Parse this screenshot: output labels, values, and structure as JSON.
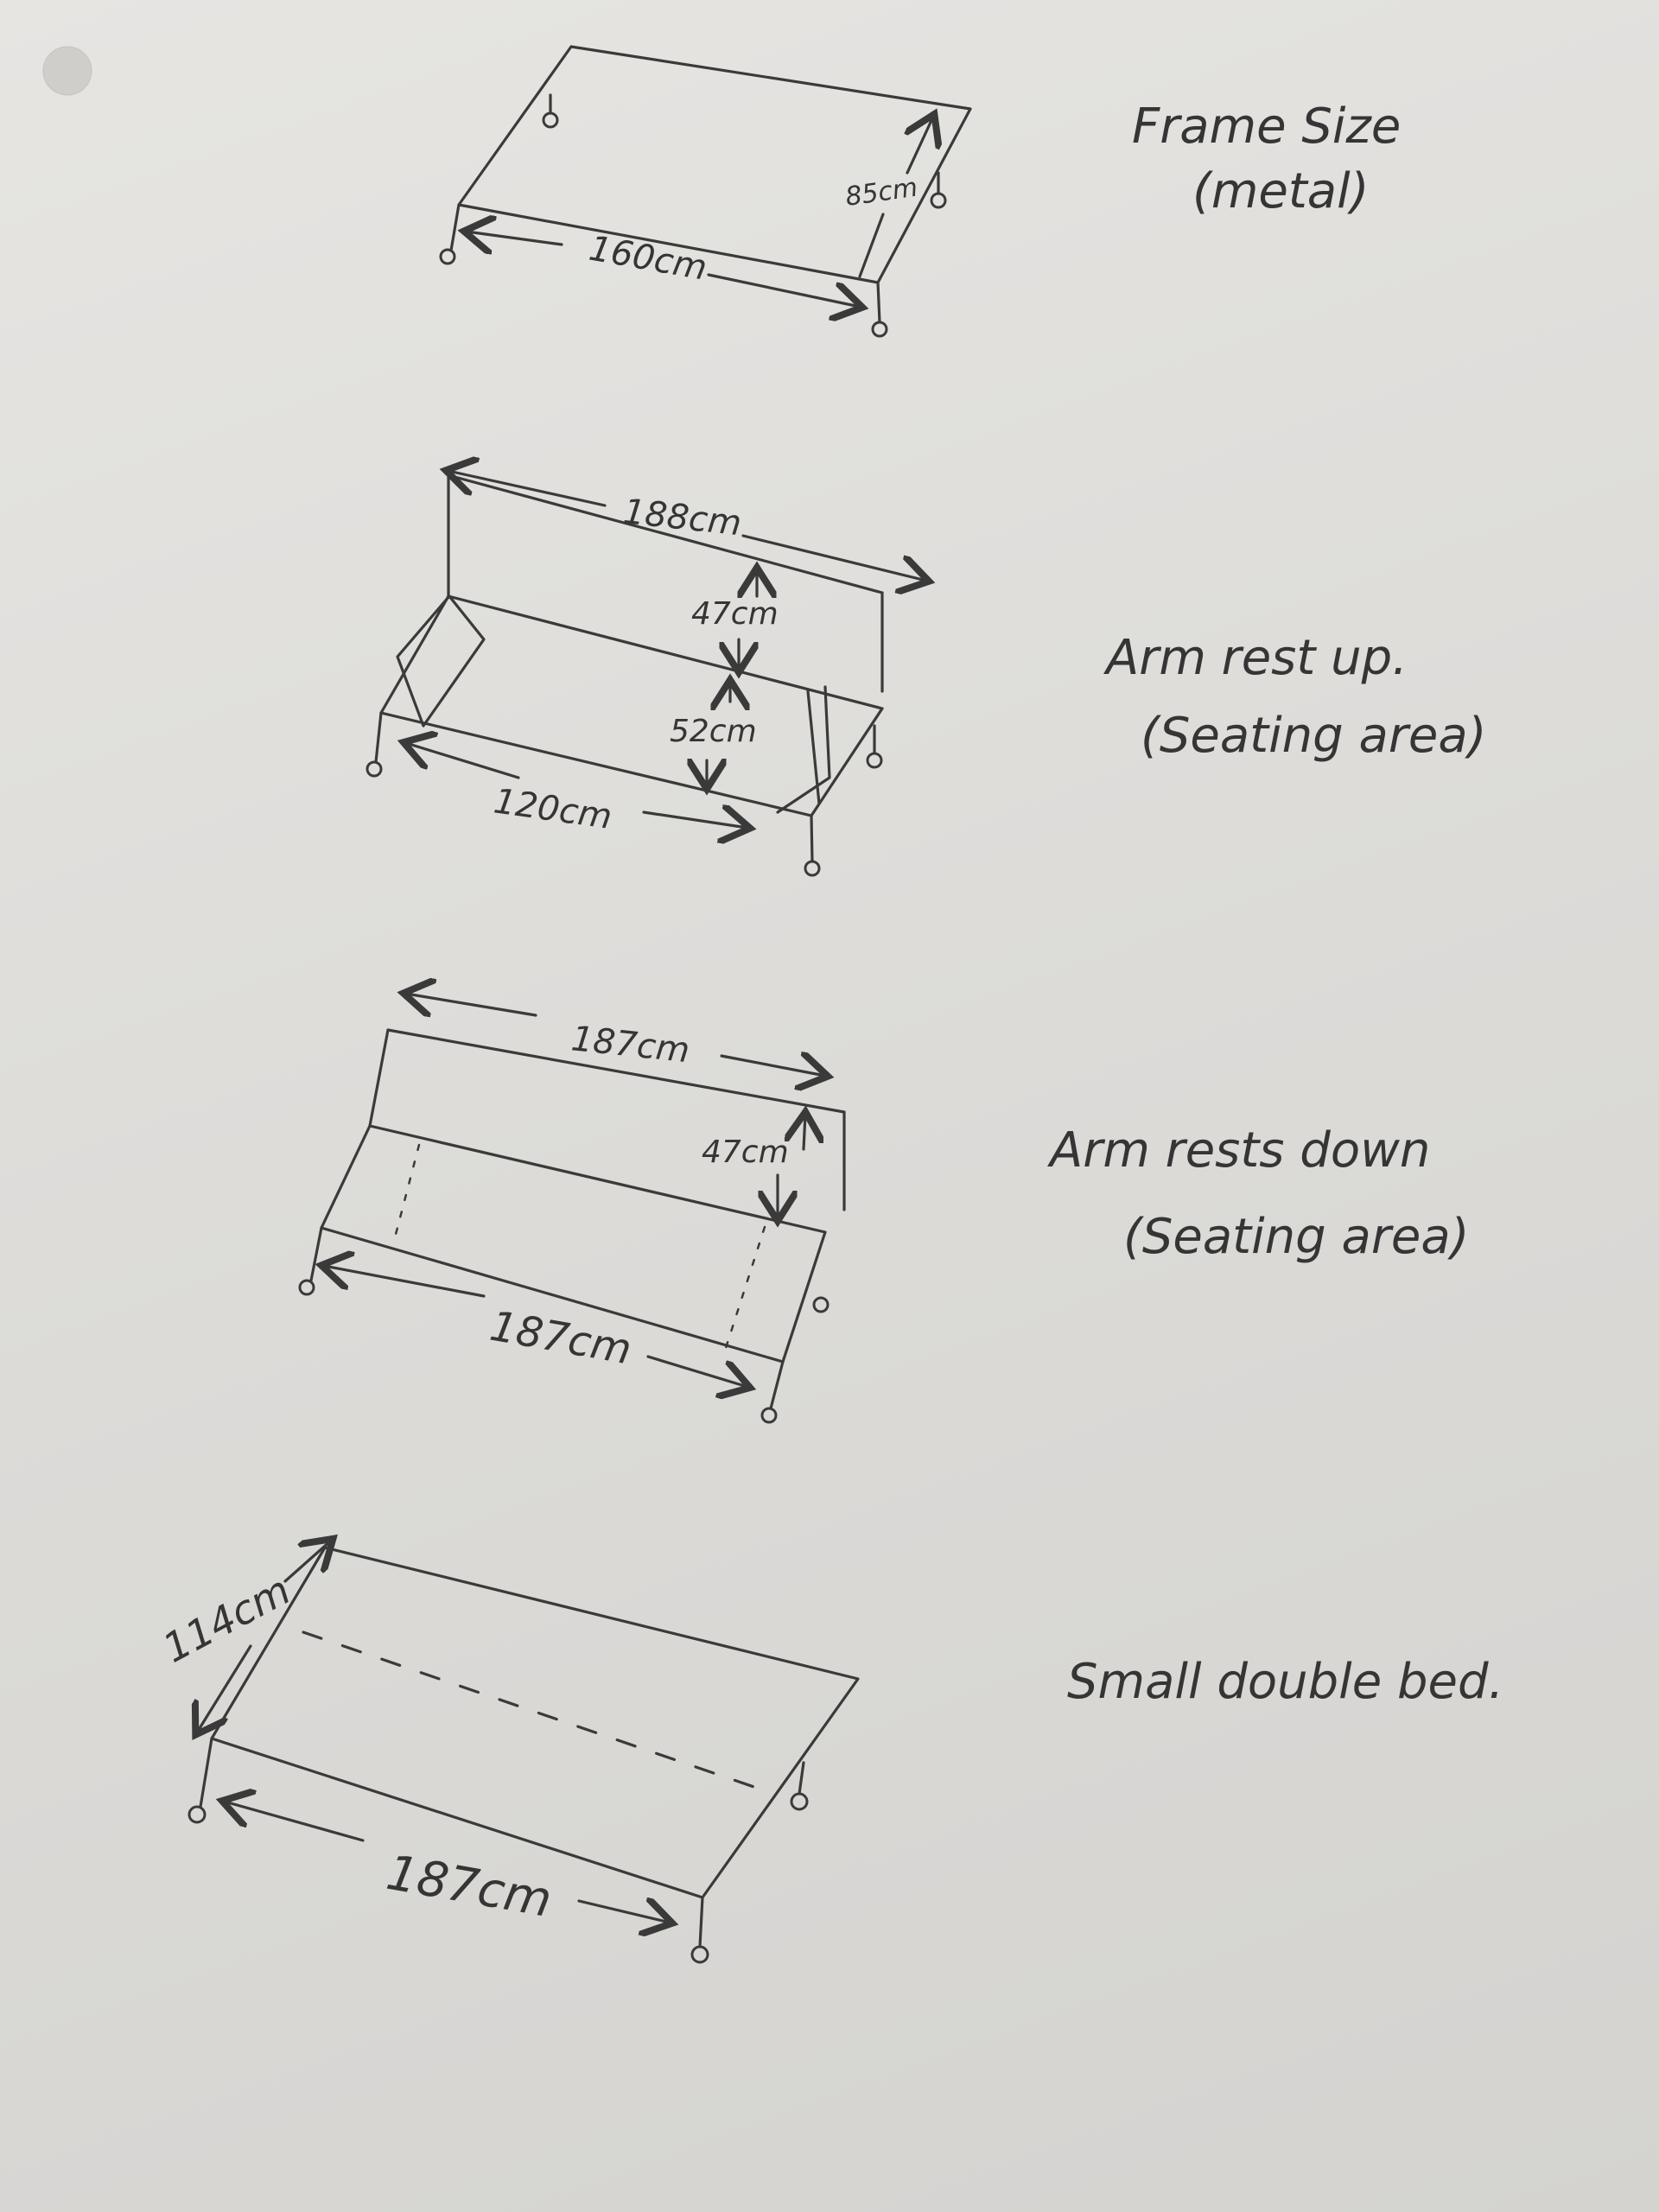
{
  "sketches": [
    {
      "label": "Frame Size",
      "sublabel": "(metal)",
      "dimensions": {
        "width": "160cm",
        "depth": "85cm"
      }
    },
    {
      "label": "Arm rest up.",
      "sublabel": "(Seating area)",
      "dimensions": {
        "top": "188cm",
        "back": "47cm",
        "seat": "52cm",
        "front": "120cm"
      }
    },
    {
      "label": "Arm rests down",
      "sublabel": "(Seating area)",
      "dimensions": {
        "top": "187cm",
        "back": "47cm",
        "front": "187cm"
      }
    },
    {
      "label": "Small double bed.",
      "dimensions": {
        "depth": "114cm",
        "front": "187cm"
      }
    }
  ]
}
